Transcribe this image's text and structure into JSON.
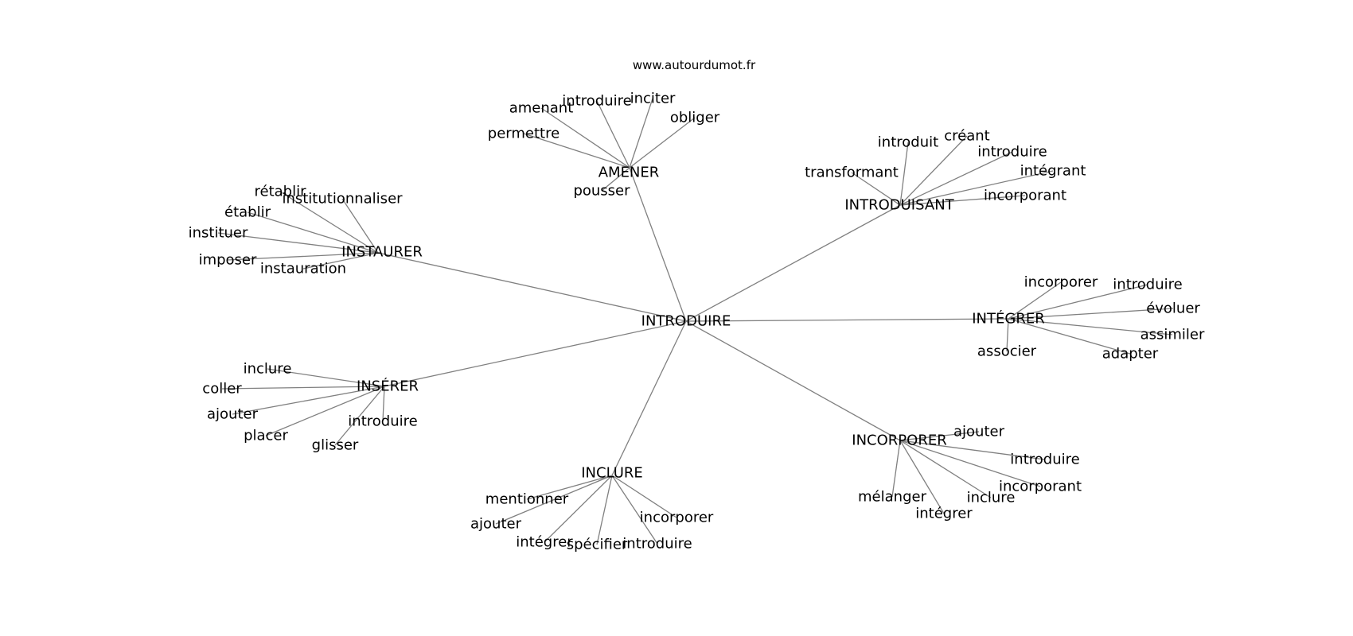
{
  "watermark": "www.autourdumot.fr",
  "center": "INTRODUIRE",
  "clusters": [
    {
      "hub": "AMENER",
      "words": [
        "permettre",
        "amenant",
        "introduire",
        "inciter",
        "obliger",
        "pousser"
      ]
    },
    {
      "hub": "INTRODUISANT",
      "words": [
        "transformant",
        "introduit",
        "créant",
        "introduire",
        "intégrant",
        "incorporant"
      ]
    },
    {
      "hub": "INSTAURER",
      "words": [
        "rétablir",
        "institutionnaliser",
        "établir",
        "instituer",
        "imposer",
        "instauration"
      ]
    },
    {
      "hub": "INTÉGRER",
      "words": [
        "incorporer",
        "introduire",
        "évoluer",
        "assimiler",
        "adapter",
        "associer"
      ]
    },
    {
      "hub": "INSÉRER",
      "words": [
        "inclure",
        "coller",
        "ajouter",
        "placer",
        "glisser",
        "introduire"
      ]
    },
    {
      "hub": "INCORPORER",
      "words": [
        "ajouter",
        "introduire",
        "incorporant",
        "inclure",
        "intégrer",
        "mélanger"
      ]
    },
    {
      "hub": "INCLURE",
      "words": [
        "mentionner",
        "ajouter",
        "intégrer",
        "spécifier",
        "introduire",
        "incorporer"
      ]
    }
  ]
}
